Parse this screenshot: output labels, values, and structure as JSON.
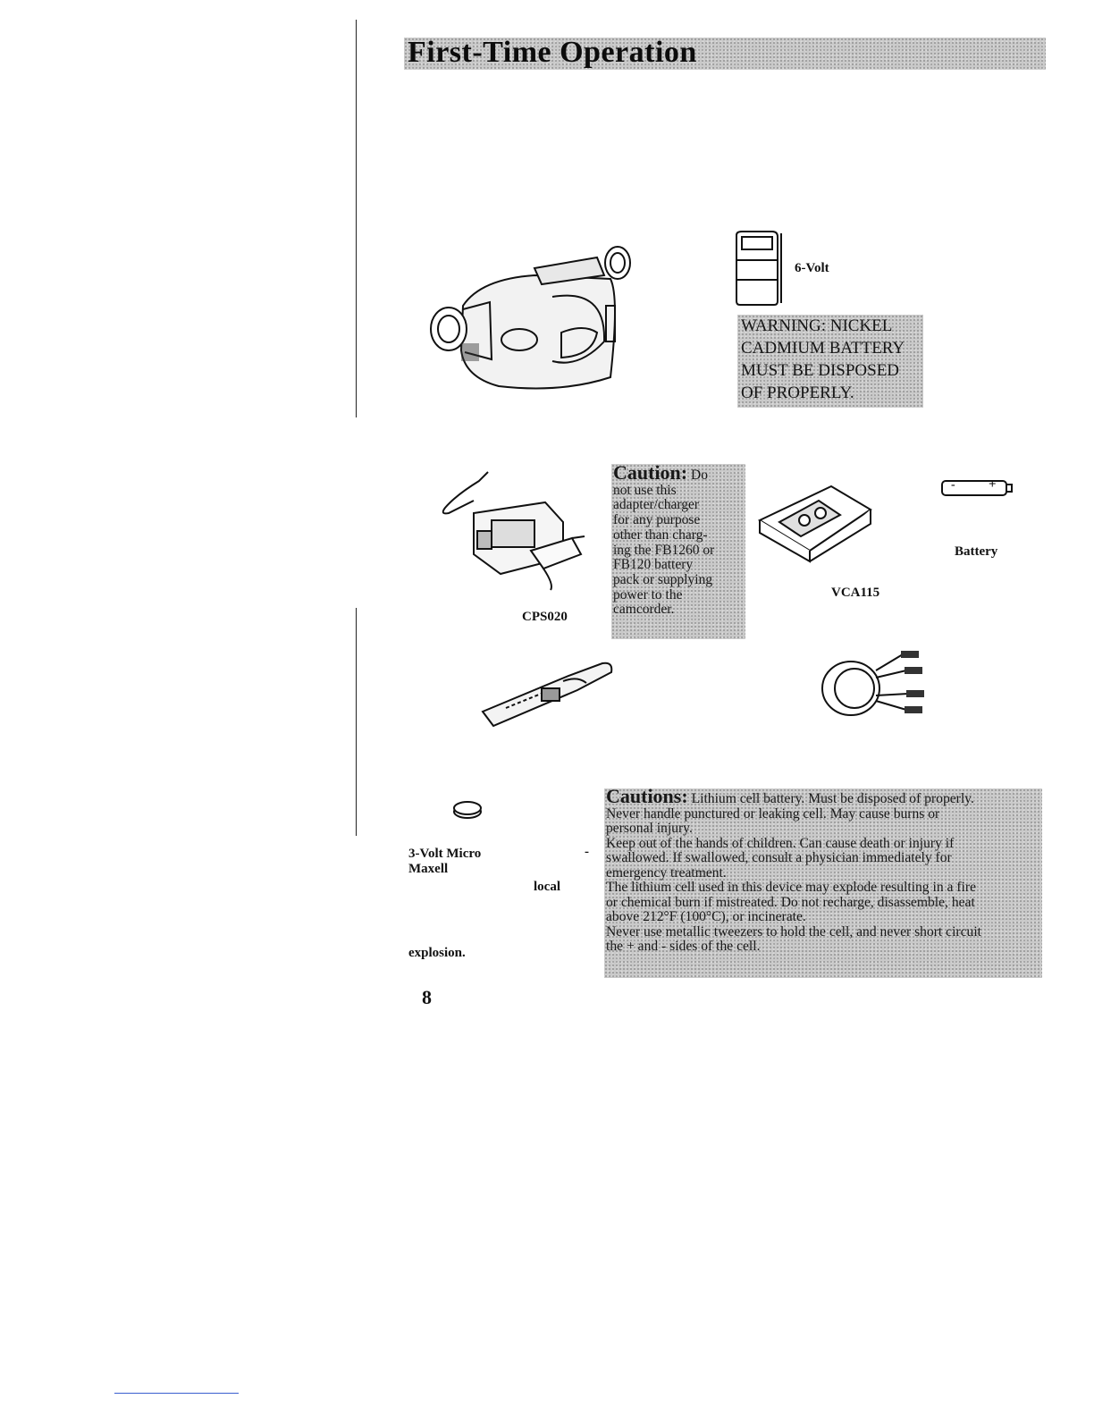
{
  "page": {
    "title": "First-Time Operation",
    "page_number": "8"
  },
  "items": {
    "battery_label": "6-Volt",
    "charger_label": "CPS020",
    "cassette_adapter_label": "VCA115",
    "aa_battery_label": "Battery",
    "aa_battery_plus": "+",
    "aa_battery_minus": "-"
  },
  "warning": {
    "text": "WARNING: NICKEL\nCADMIUM BATTERY\nMUST BE DISPOSED\nOF PROPERLY."
  },
  "caution": {
    "head": "Caution:",
    "body": " Do\nnot use this\nadapter/charger\nfor any purpose\nother than charg-\ning the FB1260 or\nFB120 battery\npack or supplying\npower to the\ncamcorder."
  },
  "micro_battery": {
    "line1": "3-Volt Micro",
    "dash": "-",
    "line2": "Maxell",
    "line3": "local",
    "line4": "explosion."
  },
  "cautions": {
    "head": "Cautions:",
    "body": " Lithium cell battery. Must be disposed of properly.\nNever handle punctured or leaking cell. May cause burns or\npersonal injury.\nKeep out of the hands of children. Can cause death or injury if\nswallowed. If swallowed, consult a physician immediately for\nemergency treatment.\nThe lithium cell used in this device may explode resulting in a fire\nor chemical burn if mistreated. Do not recharge, disassemble, heat\nabove 212°F (100°C), or incinerate.\nNever use metallic tweezers to hold the cell, and never short circuit\nthe + and - sides of the cell."
  }
}
